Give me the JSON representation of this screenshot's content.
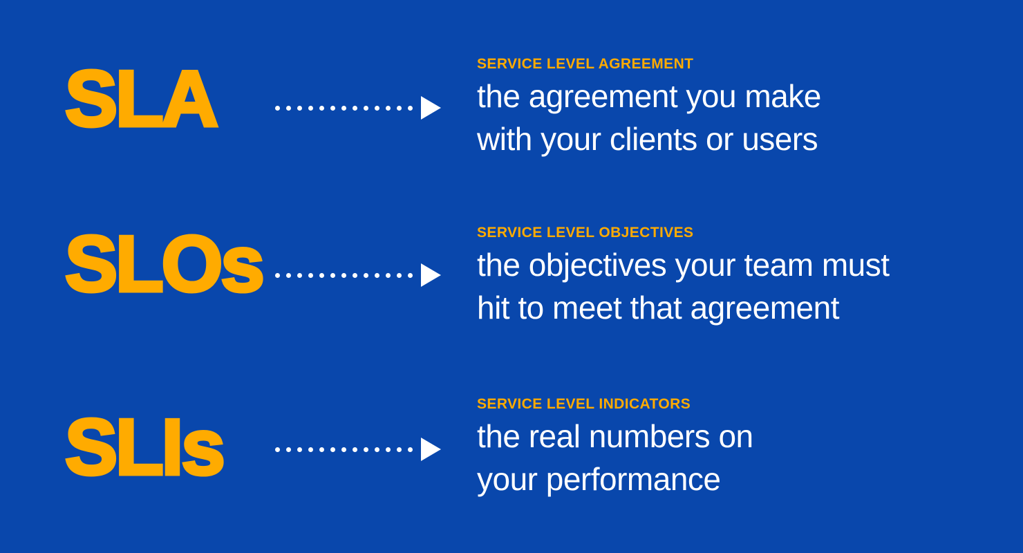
{
  "colors": {
    "background": "#0947AC",
    "accent_orange": "#FFAB00",
    "text_white": "#FFFFFF"
  },
  "arrow": {
    "icon": "dotted-arrow-right",
    "dot_count": 13
  },
  "rows": [
    {
      "acronym": "SLA",
      "label": "SERVICE LEVEL AGREEMENT",
      "description_line1": "the agreement you make",
      "description_line2": "with your clients or users"
    },
    {
      "acronym": "SLOs",
      "label": "SERVICE LEVEL OBJECTIVES",
      "description_line1": "the objectives your team must",
      "description_line2": "hit to meet that agreement"
    },
    {
      "acronym": "SLIs",
      "label": "SERVICE LEVEL INDICATORS",
      "description_line1": "the real numbers on",
      "description_line2": "your performance"
    }
  ]
}
